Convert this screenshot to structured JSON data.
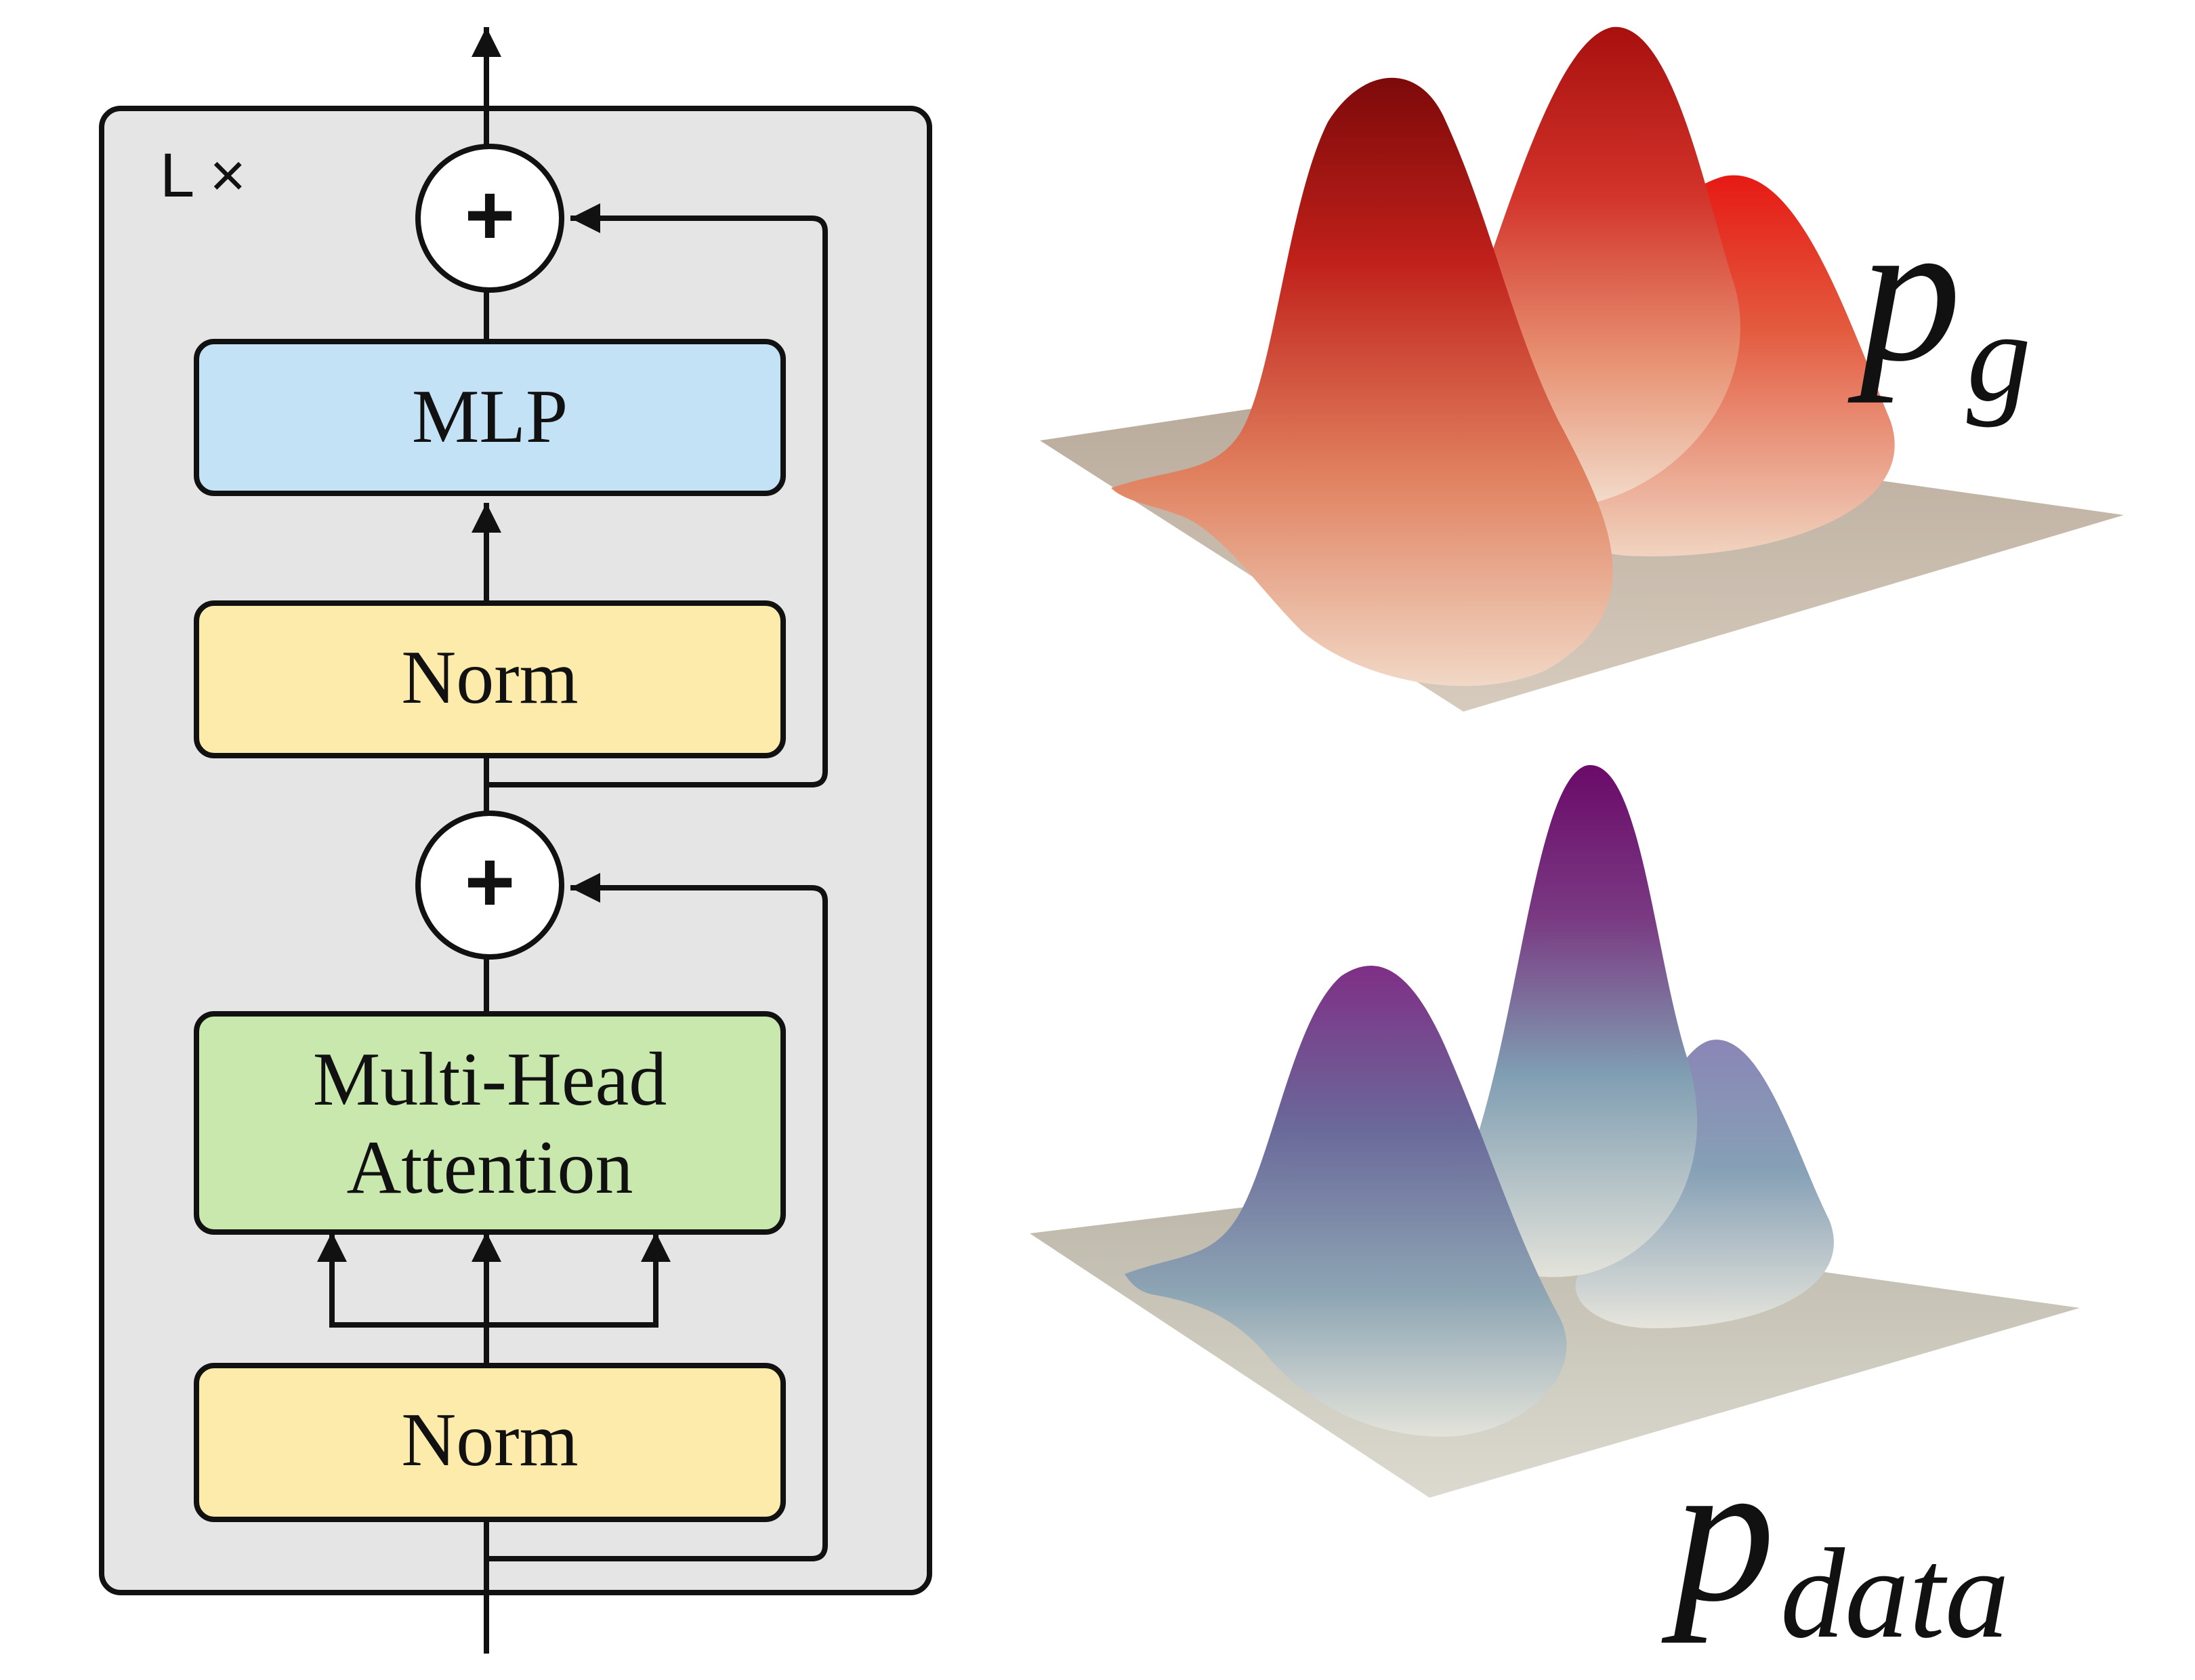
{
  "transformer_block": {
    "repeat_label": "L ×",
    "add_symbol": "+",
    "mlp_label": "MLP",
    "norm_top_label": "Norm",
    "attention_line1": "Multi-Head",
    "attention_line2": "Attention",
    "norm_bottom_label": "Norm"
  },
  "distributions": {
    "generated": {
      "symbol": "p",
      "subscript": "g"
    },
    "data": {
      "symbol": "p",
      "subscript": "data"
    }
  },
  "colors": {
    "container_fill": "#e5e5e5",
    "mlp_fill": "#c3e2f5",
    "norm_fill": "#fdebab",
    "attention_fill": "#c9e8ad",
    "stroke": "#111111",
    "generated_peak": "#b3120e",
    "generated_mid": "#e0785a",
    "generated_base": "#f0d6c2",
    "data_peak": "#7a1a78",
    "data_mid": "#7e9cb2",
    "data_base": "#e5e4dc",
    "floor": "#c8beb0"
  },
  "icons": [
    "arrow-up-icon",
    "plus-circle-icon"
  ]
}
